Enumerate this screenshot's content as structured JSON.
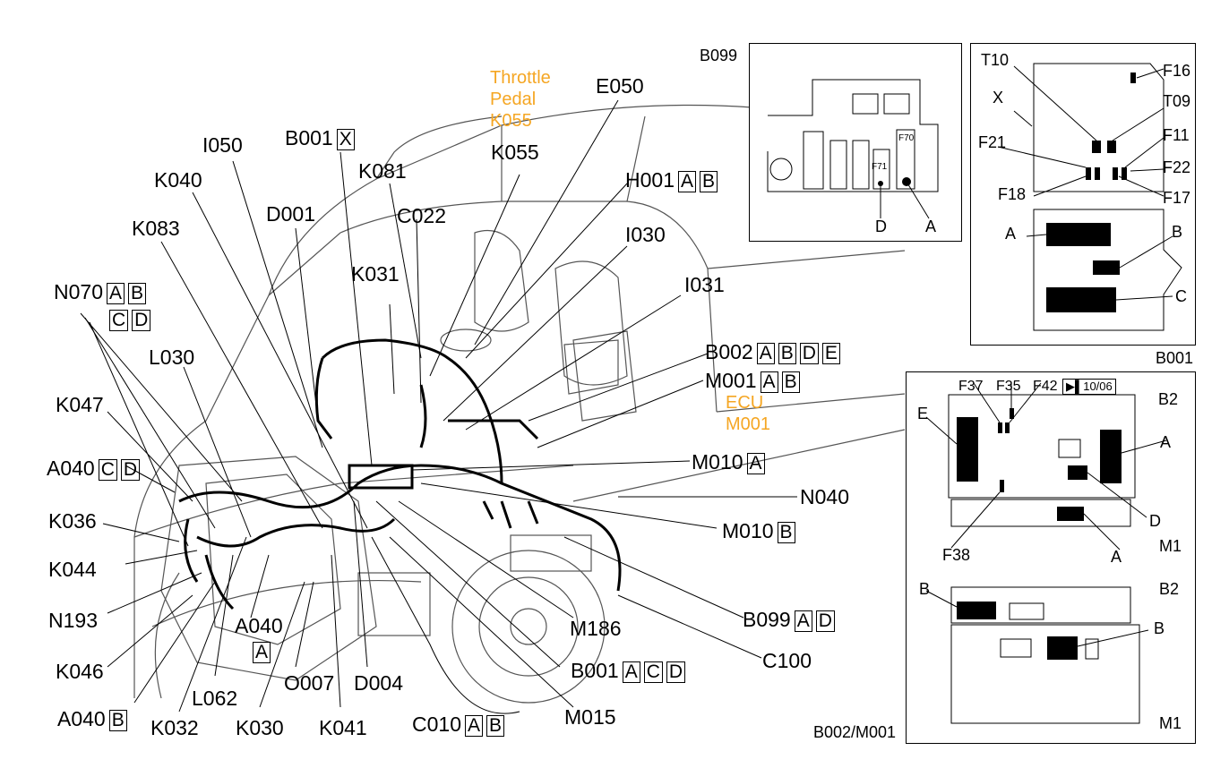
{
  "labels": {
    "throttle_line1": "Throttle",
    "throttle_line2": "Pedal",
    "throttle_line3": "K055",
    "ecu_line1": "ECU",
    "ecu_line2": "M001",
    "e050": "E050",
    "k055": "K055",
    "b001x": "B001",
    "b001x_box": "X",
    "i050": "I050",
    "k081": "K081",
    "k040": "K040",
    "d001": "D001",
    "c022": "C022",
    "h001": "H001",
    "h001_a": "A",
    "h001_b": "B",
    "k083": "K083",
    "i030": "I030",
    "k031": "K031",
    "i031": "I031",
    "n070": "N070",
    "n070_a": "A",
    "n070_b": "B",
    "n070_c": "C",
    "n070_d": "D",
    "l030": "L030",
    "b002": "B002",
    "b002_a": "A",
    "b002_b": "B",
    "b002_d": "D",
    "b002_e": "E",
    "m001": "M001",
    "m001_a": "A",
    "m001_b": "B",
    "k047": "K047",
    "a040cd": "A040",
    "a040_c": "C",
    "a040_d": "D",
    "m010a": "M010",
    "m010a_box": "A",
    "n040": "N040",
    "k036": "K036",
    "m010b": "M010",
    "m010b_box": "B",
    "k044": "K044",
    "n193": "N193",
    "a040a": "A040",
    "a040a_box": "A",
    "m186": "M186",
    "b099ad": "B099",
    "b099_a": "A",
    "b099_d": "D",
    "k046": "K046",
    "c100": "C100",
    "o007": "O007",
    "d004": "D004",
    "b001acd": "B001",
    "b001_a": "A",
    "b001_c": "C",
    "b001_d": "D",
    "l062": "L062",
    "a040b": "A040",
    "a040b_box": "B",
    "m015": "M015",
    "k032": "K032",
    "k030": "K030",
    "k041": "K041",
    "c010": "C010",
    "c010_a": "A",
    "c010_b": "B"
  },
  "b099_panel": {
    "title": "B099",
    "f71": "F71",
    "f70": "F70",
    "d": "D",
    "a": "A"
  },
  "b001_panel": {
    "title": "B001",
    "t10": "T10",
    "f16": "F16",
    "x": "X",
    "t09": "T09",
    "f21": "F21",
    "f11": "F11",
    "f22": "F22",
    "f18": "F18",
    "f17": "F17",
    "a": "A",
    "b": "B",
    "c": "C"
  },
  "b2_panel": {
    "b2_top": "B2",
    "f37": "F37",
    "f35": "F35",
    "f42": "F42",
    "date": "▶▌10/06",
    "e": "E",
    "a_right": "A",
    "d": "D",
    "f38": "F38",
    "a_bottom": "A",
    "m1_top": "M1",
    "b2_bottom": "B2",
    "b_left": "B",
    "b_right": "B",
    "m1_bottom": "M1",
    "footer": "B002/M001"
  },
  "colors": {
    "annotation": "#f5a623",
    "ink": "#000000"
  }
}
